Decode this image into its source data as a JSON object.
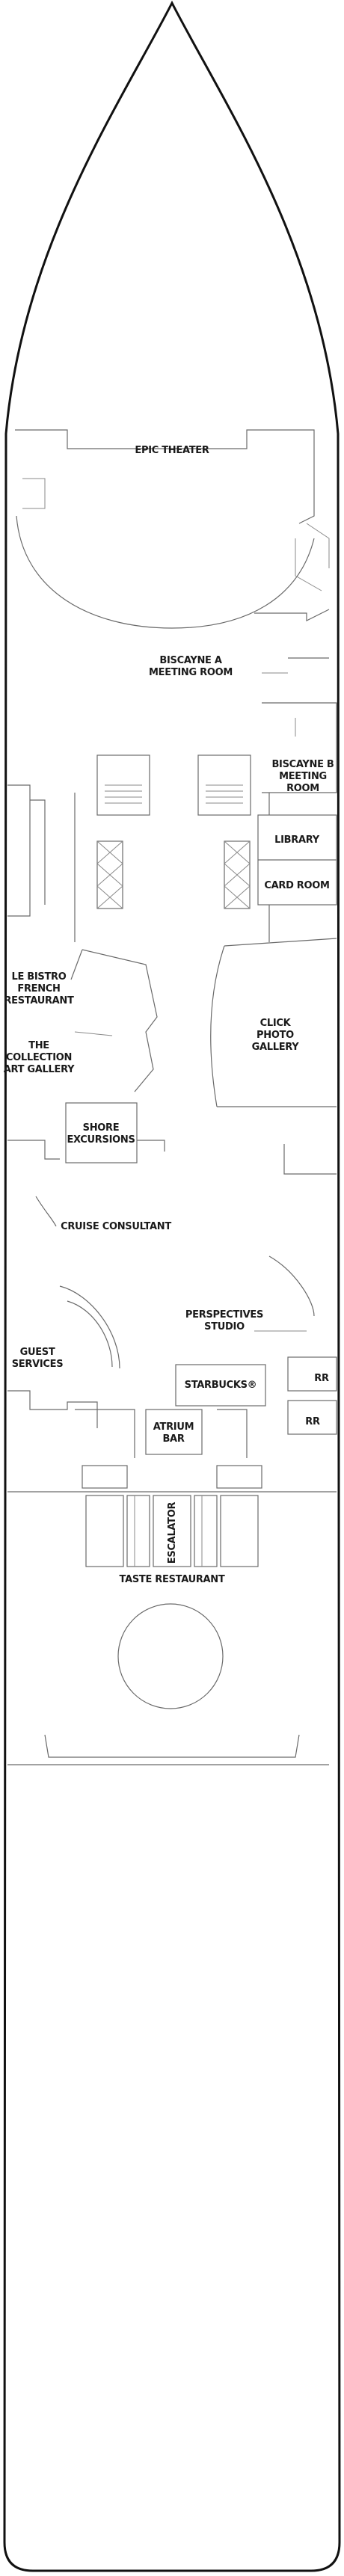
{
  "labels": {
    "epic_theater": "EPIC THEATER",
    "biscayne_a": [
      "BISCAYNE A",
      "MEETING ROOM"
    ],
    "biscayne_b": [
      "BISCAYNE B",
      "MEETING",
      "ROOM"
    ],
    "library": "LIBRARY",
    "card_room": "CARD ROOM",
    "le_bistro": [
      "LE BISTRO",
      "FRENCH",
      "RESTAURANT"
    ],
    "click_photo": [
      "CLICK",
      "PHOTO",
      "GALLERY"
    ],
    "collection": [
      "THE",
      "COLLECTION",
      "ART GALLERY"
    ],
    "shore": [
      "SHORE",
      "EXCURSIONS"
    ],
    "cruise_consultant": "CRUISE CONSULTANT",
    "guest_services": [
      "GUEST",
      "SERVICES"
    ],
    "perspectives": [
      "PERSPECTIVES",
      "STUDIO"
    ],
    "starbucks": "STARBUCKS®",
    "rr1": "RR",
    "rr2": "RR",
    "atrium_bar": [
      "ATRIUM",
      "BAR"
    ],
    "escalator": "ESCALATOR",
    "taste": "TASTE RESTAURANT"
  }
}
